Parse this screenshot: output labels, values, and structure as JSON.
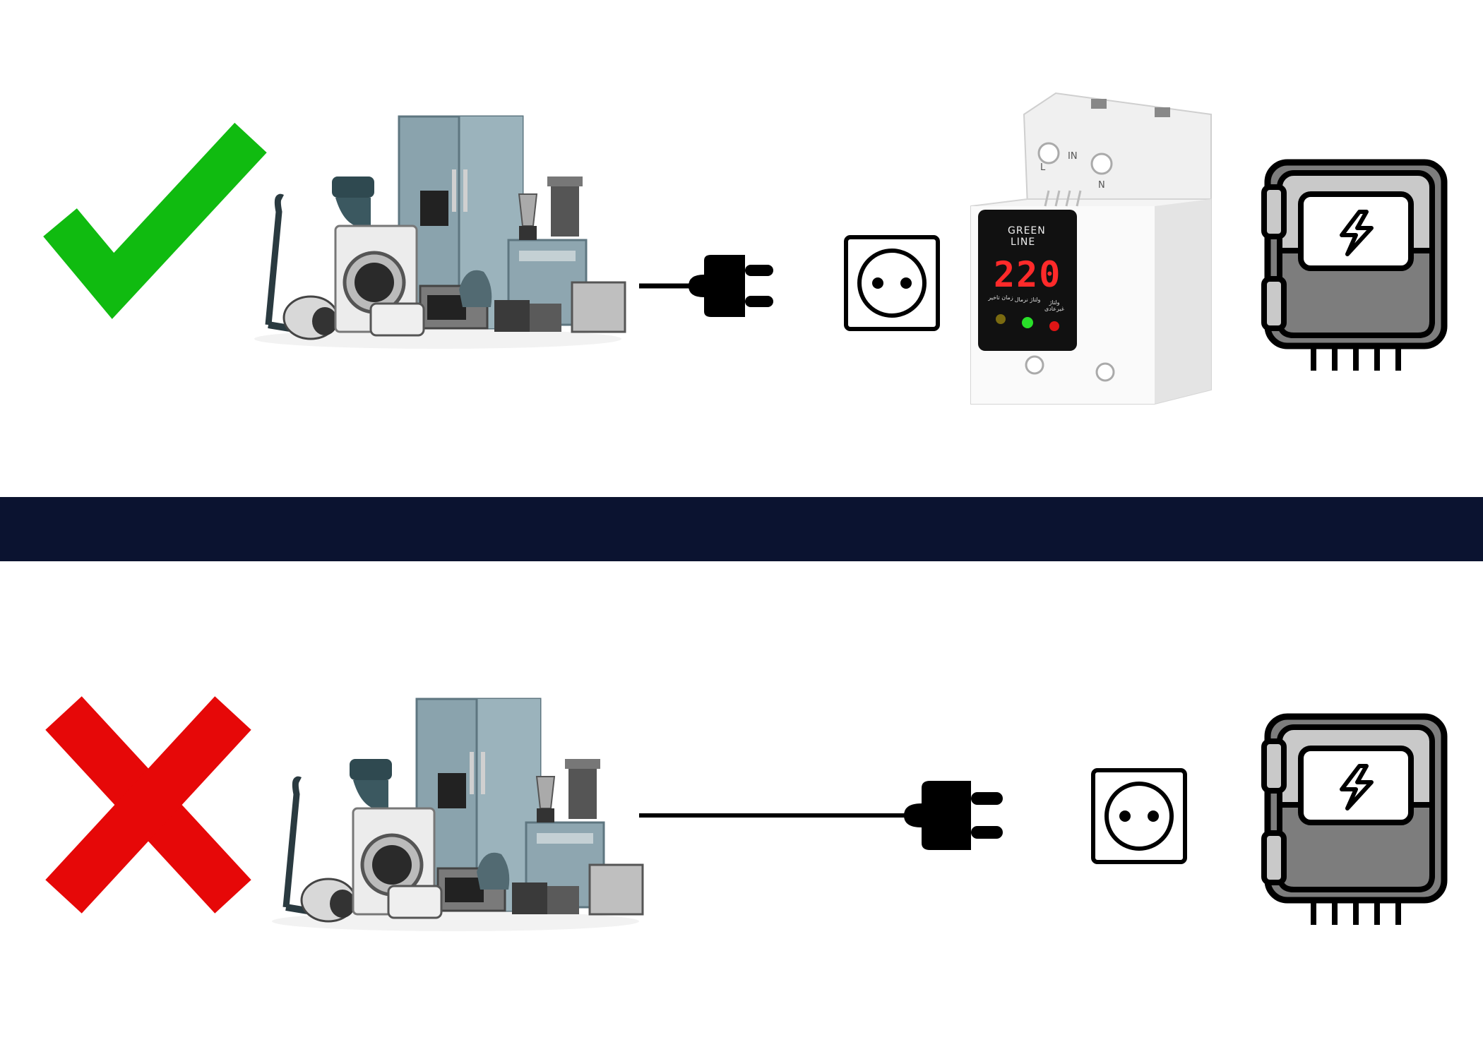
{
  "colors": {
    "check": "#10bb10",
    "cross": "#e60808",
    "divider": "#0b1330",
    "line": "#000000",
    "device_display_bg": "#111111",
    "device_digits": "#ff2a2a",
    "led_yellow": "#7a6a10",
    "led_green": "#29e029",
    "led_red": "#e01515",
    "panel_gray": "#7d7d7d",
    "panel_light": "#c9c9c9"
  },
  "correct_row": {
    "status_icon": "check-mark-icon",
    "chain": [
      "appliances-cluster",
      "power-plug-icon",
      "wall-socket-icon",
      "voltage-protector-device",
      "electrical-panel-icon"
    ]
  },
  "incorrect_row": {
    "status_icon": "cross-mark-icon",
    "chain": [
      "appliances-cluster",
      "power-plug-icon",
      "wall-socket-icon",
      "electrical-panel-icon"
    ]
  },
  "device": {
    "brand_line1": "GREEN",
    "brand_line2": "LINE",
    "terminal_top_left": "L",
    "terminal_top_center": "IN",
    "terminal_top_right": "N",
    "display_value": "220",
    "led_labels": [
      "زمان تاخیر",
      "ولتاژ نرمال",
      "ولتاژ غیرعادی"
    ]
  }
}
